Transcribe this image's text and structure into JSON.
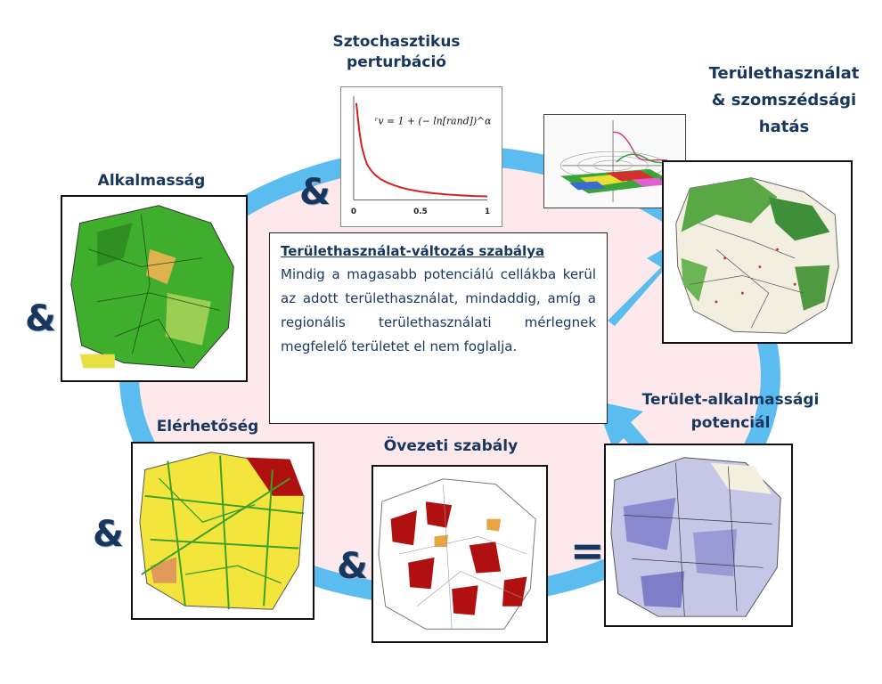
{
  "labels": {
    "perturbation": "Sztochasztikus perturbáció",
    "landuse_line1": "Területhasználat",
    "landuse_line2": "& szomszédsági",
    "landuse_line3": "hatás",
    "suitability": "Alkalmasság",
    "accessibility": "Elérhetőség",
    "zoning": "Övezeti szabály",
    "potential_line1": "Terület-alkalmassági",
    "potential_line2": "potenciál"
  },
  "operators": {
    "and": "&",
    "equals": "="
  },
  "rule": {
    "title": "Területhasználat-változás szabálya",
    "text": "Mindig a magasabb potenciálú cellákba kerül az adott területhasználat, mindaddig, amíg a regionális területhasználati mérlegnek megfelelő területet el nem foglalja."
  },
  "chart_data": {
    "type": "line",
    "formula": "ʳv = 1 + (− ln[rand])^α",
    "x_ticks": [
      "0",
      "0.5",
      "1"
    ],
    "xlim": [
      0,
      1
    ],
    "ylim": [
      0,
      6
    ],
    "series": [
      {
        "x": [
          0.02,
          0.04,
          0.06,
          0.08,
          0.1,
          0.13,
          0.16,
          0.2,
          0.25,
          0.3,
          0.35,
          0.4,
          0.5,
          0.6,
          0.7,
          0.8,
          0.9,
          1.0
        ],
        "y": [
          5.6,
          4.1,
          3.1,
          2.5,
          2.05,
          1.7,
          1.45,
          1.2,
          1.0,
          0.85,
          0.72,
          0.62,
          0.48,
          0.38,
          0.31,
          0.26,
          0.22,
          0.2
        ]
      }
    ]
  },
  "colors": {
    "accent_blue": "#5bbcf0",
    "ring_fill": "#fde8ec",
    "text_navy": "#17375e",
    "curve_red": "#d42020"
  }
}
